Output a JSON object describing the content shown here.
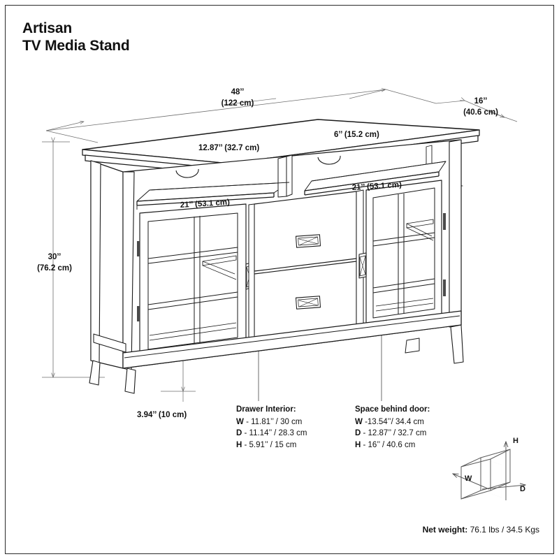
{
  "document": {
    "title_line1": "Artisan",
    "title_line2": "TV Media Stand",
    "title_block": "Artisan\nTV Media Stand",
    "type": "furniture-dimension-diagram",
    "border_color": "#2b2b2b",
    "line_color": "#1a1a1a",
    "dim_line_color": "#6e6e6e",
    "background": "#ffffff"
  },
  "dimensions": {
    "width_overall": {
      "label": "48’’\n(122 cm)",
      "inches": "48’’",
      "metric": "(122 cm)"
    },
    "depth_overall": {
      "label": "16’’\n(40.6 cm)",
      "inches": "16’’",
      "metric": "(40.6 cm)"
    },
    "height_overall": {
      "label": "30’’\n(76.2 cm)",
      "inches": "30’’",
      "metric": "(76.2 cm)"
    },
    "shelf_depth": {
      "label": "12.87’’ (32.7 cm)"
    },
    "cubby_height": {
      "label": "6’’ (15.2 cm)"
    },
    "cubby_width_left": {
      "label": "21’’ (53.1 cm)"
    },
    "cubby_width_right": {
      "label": "21’’ (53.1 cm)"
    },
    "floor_clearance": {
      "label": "3.94’’ (10 cm)"
    }
  },
  "specs": [
    {
      "heading": "Drawer Interior:",
      "rows": [
        {
          "key": "W",
          "value": "- 11.81’’ / 30 cm"
        },
        {
          "key": "D",
          "value": "- 11.14’’ / 28.3 cm"
        },
        {
          "key": "H",
          "value": "- 5.91’’ / 15 cm"
        }
      ]
    },
    {
      "heading": "Space behind door:",
      "rows": [
        {
          "key": "W",
          "value": "-13.54’’/ 34.4 cm"
        },
        {
          "key": "D",
          "value": "- 12.87’’ / 32.7 cm"
        },
        {
          "key": "H",
          "value": "- 16’’ / 40.6 cm"
        }
      ]
    }
  ],
  "legend_cube": {
    "width_axis": "W",
    "height_axis": "H",
    "depth_axis": "D"
  },
  "net_weight": {
    "label": "Net weight:",
    "value": "76.1 lbs / 34.5 Kgs"
  }
}
